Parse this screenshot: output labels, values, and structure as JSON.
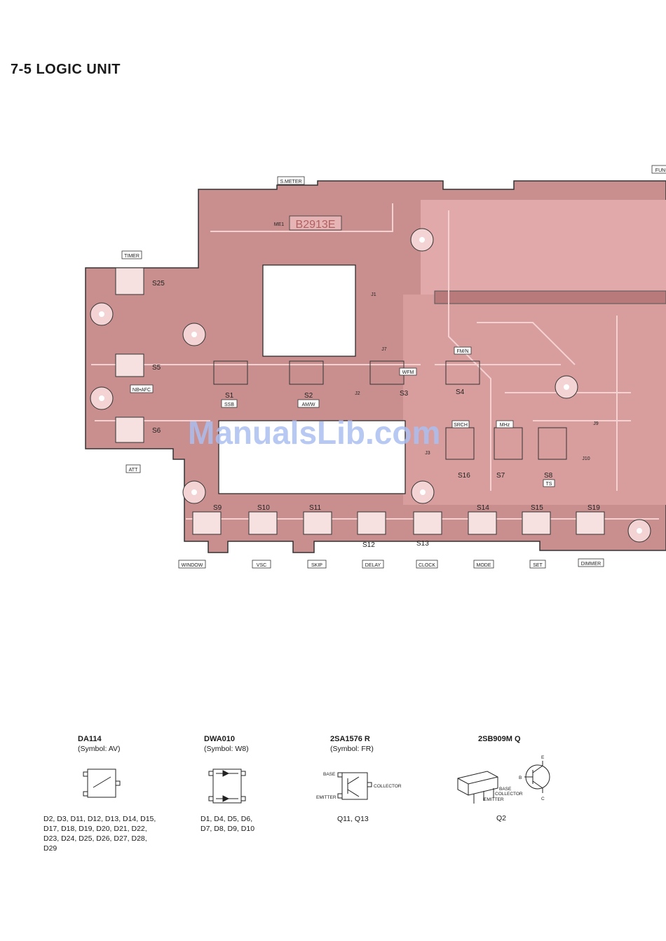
{
  "page": {
    "title": "7-5  LOGIC UNIT"
  },
  "board": {
    "part_number": "B2913E",
    "connector_labels": [
      "S.METER",
      "FUN",
      "TIMER",
      "ATT",
      "WINDOW",
      "VSC",
      "SKIP",
      "DELAY",
      "CLOCK",
      "MODE",
      "SET",
      "DIMMER"
    ],
    "switch_labels": {
      "S25": "S25",
      "S5": "S5",
      "S6": "S6",
      "S1": "S1",
      "S2": "S2",
      "S3": "S3",
      "S4": "S4",
      "S16": "S16",
      "S7": "S7",
      "S8": "S8",
      "S9": "S9",
      "S10": "S10",
      "S11": "S11",
      "S12": "S12",
      "S13": "S13",
      "S14": "S14",
      "S15": "S15",
      "S19": "S19"
    },
    "key_labels": {
      "ssb": "SSB",
      "amw": "AM/W",
      "nbafc": "NB•AFC",
      "wfm": "WFM",
      "fmn": "FM/N",
      "search": "SRCH",
      "mhz": "MHz",
      "ts": "TS",
      "me1": "ME1",
      "j7": "J7",
      "j2": "J2",
      "j1": "J1",
      "j9": "J9",
      "j3": "J3",
      "j10": "J10"
    },
    "colors": {
      "board": "#c88c8c",
      "board_light": "#e6b4b4",
      "trace": "#f3d3d3",
      "outline": "#333333"
    }
  },
  "watermark": "ManualsLib.com",
  "legend": [
    {
      "part": "DA114",
      "symbol": "(Symbol: AV)",
      "refs": [
        "D2, D3, D11, D12, D13, D14, D15,",
        "D17, D18, D19, D20, D21, D22,",
        "D23, D24, D25, D26, D27, D28,",
        "D29"
      ]
    },
    {
      "part": "DWA010",
      "symbol": "(Symbol: W8)",
      "refs": [
        "D1, D4, D5, D6,",
        "D7, D8, D9, D10"
      ]
    },
    {
      "part": "2SA1576 R",
      "symbol": "(Symbol: FR)",
      "refs": [
        "Q11, Q13"
      ],
      "pins": [
        "BASE",
        "EMITTER",
        "COLLECTOR"
      ]
    },
    {
      "part": "2SB909M Q",
      "symbol": "",
      "refs": [
        "Q2"
      ],
      "pins": [
        "BASE",
        "COLLECTOR",
        "EMITTER"
      ],
      "terminals": [
        "E",
        "B",
        "C"
      ]
    }
  ]
}
